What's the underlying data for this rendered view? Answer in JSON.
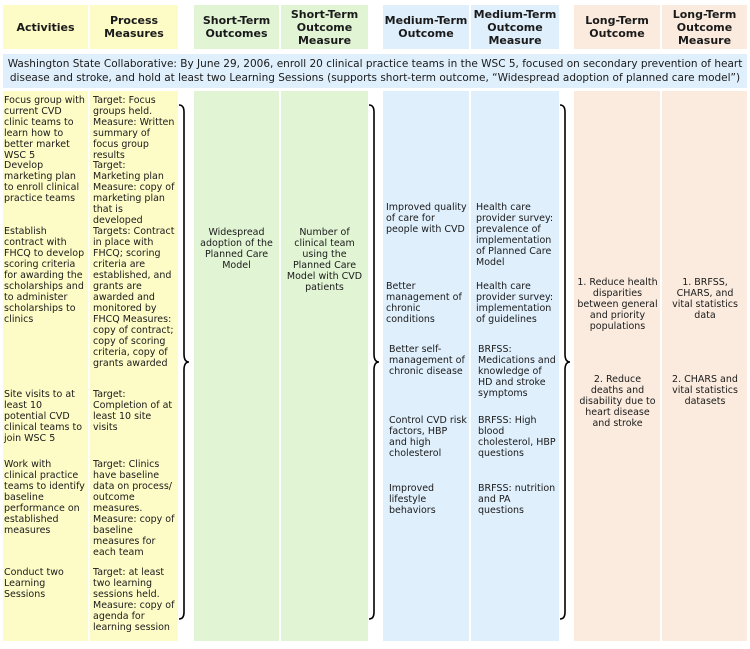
{
  "headers": {
    "activities": "Activities",
    "process_measures": "Process Measures",
    "short_term_outcomes": "Short-Term Outcomes",
    "short_term_measure": "Short-Term Outcome Measure",
    "medium_term_outcome": "Medium-Term Outcome",
    "medium_term_measure": "Medium-Term Outcome Measure",
    "long_term_outcome": "Long-Term Outcome",
    "long_term_measure": "Long-Term Outcome Measure"
  },
  "banner": "Washington State Collaborative: By June 29, 2006, enroll 20 clinical practice teams in the WSC 5, focused on secondary prevention of heart disease and stroke, and hold at least two Learning Sessions (supports short-term outcome, “Widespread adoption of planned care model”)",
  "activities": [
    {
      "text": "Focus group with current CVD clinic teams to learn how to better market WSC 5"
    },
    {
      "text": "Develop marketing plan to enroll clinical practice teams"
    },
    {
      "text": "Establish contract with FHCQ to develop scoring criteria for awarding the scholarships and to administer scholarships to clinics"
    },
    {
      "text": "Site visits to at least 10 potential CVD clinical teams to join WSC 5"
    },
    {
      "text": "Work with clinical practice teams to identify baseline performance on established measures"
    },
    {
      "text": "Conduct two Learning Sessions"
    }
  ],
  "process_measures": [
    {
      "text": "Target: Focus groups held. Measure: Written summary of focus group results"
    },
    {
      "text": "Target: Marketing plan Measure: copy of marketing plan that is developed"
    },
    {
      "text": "Targets: Contract in place with FHCQ; scoring criteria are established, and grants are awarded and monitored by FHCQ Measures: copy of contract; copy of scoring criteria, copy of grants awarded"
    },
    {
      "text": "Target: Completion of at least 10 site visits"
    },
    {
      "text": "Target: Clinics have baseline data on process/ outcome measures. Measure: copy of baseline measures for each team"
    },
    {
      "text": "Target: at least two learning sessions held. Measure: copy of agenda for learning session"
    }
  ],
  "short_term_outcome": "Widespread adoption of the Planned Care Model",
  "short_term_measure": "Number of clinical team using the Planned Care Model with CVD patients",
  "medium_term_outcomes": [
    {
      "text": "Improved quality of care for people with CVD"
    },
    {
      "text": "Better management of chronic conditions"
    },
    {
      "text": "Better self-management of chronic disease"
    },
    {
      "text": "Control CVD risk factors, HBP and high cholesterol"
    },
    {
      "text": "Improved lifestyle behaviors"
    }
  ],
  "medium_term_measures": [
    {
      "text": "Health care provider survey: prevalence of implementation of Planned Care Model"
    },
    {
      "text": "Health care provider survey: implementation of guidelines"
    },
    {
      "text": "BRFSS: Medications and knowledge of HD and stroke symptoms"
    },
    {
      "text": "BRFSS: High blood cholesterol, HBP questions"
    },
    {
      "text": "BRFSS: nutrition and PA questions"
    }
  ],
  "long_term_outcomes": [
    {
      "text": "1. Reduce health disparities between general and priority populations"
    },
    {
      "text": "2. Reduce deaths and disability due to heart disease and stroke"
    }
  ],
  "long_term_measures": [
    {
      "text": "1. BRFSS, CHARS, and vital statistics data"
    },
    {
      "text": "2. CHARS and vital statistics datasets"
    }
  ],
  "colors": {
    "yellow": "#fdfcc7",
    "green": "#e1f5d5",
    "blue": "#dfeffc",
    "orange": "#faebde"
  }
}
